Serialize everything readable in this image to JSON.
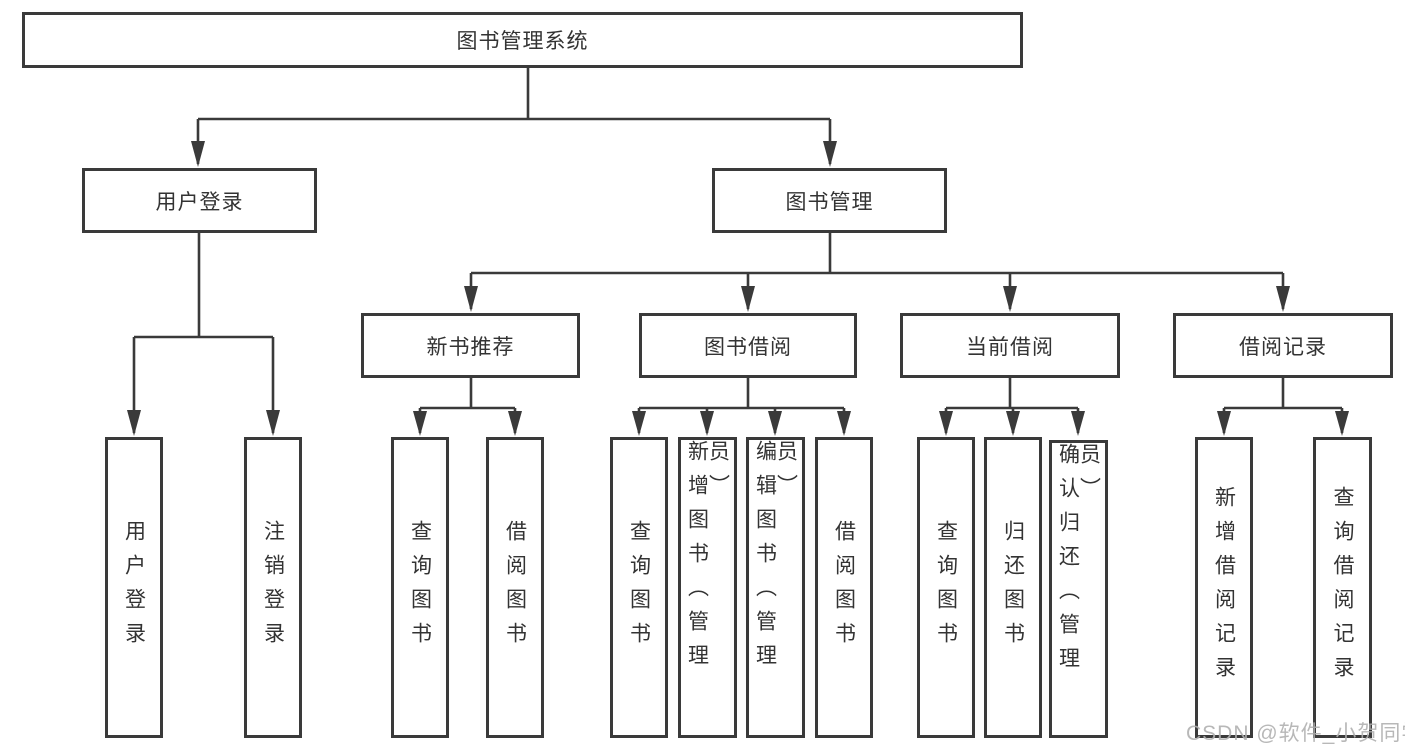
{
  "page": {
    "watermark": "CSDN @软件_小贺同学"
  },
  "colors": {
    "background": "#ffffff",
    "line": "#3a3a3a",
    "box_border": "#3a3a3a",
    "text": "#333333",
    "watermark_text": "#b0b0b0"
  },
  "tree": {
    "root": "图书管理系统",
    "level2": [
      "用户登录",
      "图书管理"
    ],
    "level3": [
      "新书推荐",
      "图书借阅",
      "当前借阅",
      "借阅记录"
    ],
    "leaves": {
      "user_login": [
        "用户登录",
        "注销登录"
      ],
      "new_book_recommend": [
        "查询图书",
        "借阅图书"
      ],
      "book_borrow": [
        "查询图书",
        "新增图书（管理员）",
        "编辑图书（管理员）",
        "借阅图书"
      ],
      "current_borrow": [
        "查询图书",
        "归还图书",
        "确认归还（管理员）"
      ],
      "borrow_records": [
        "新增借阅记录",
        "查询借阅记录"
      ]
    }
  }
}
